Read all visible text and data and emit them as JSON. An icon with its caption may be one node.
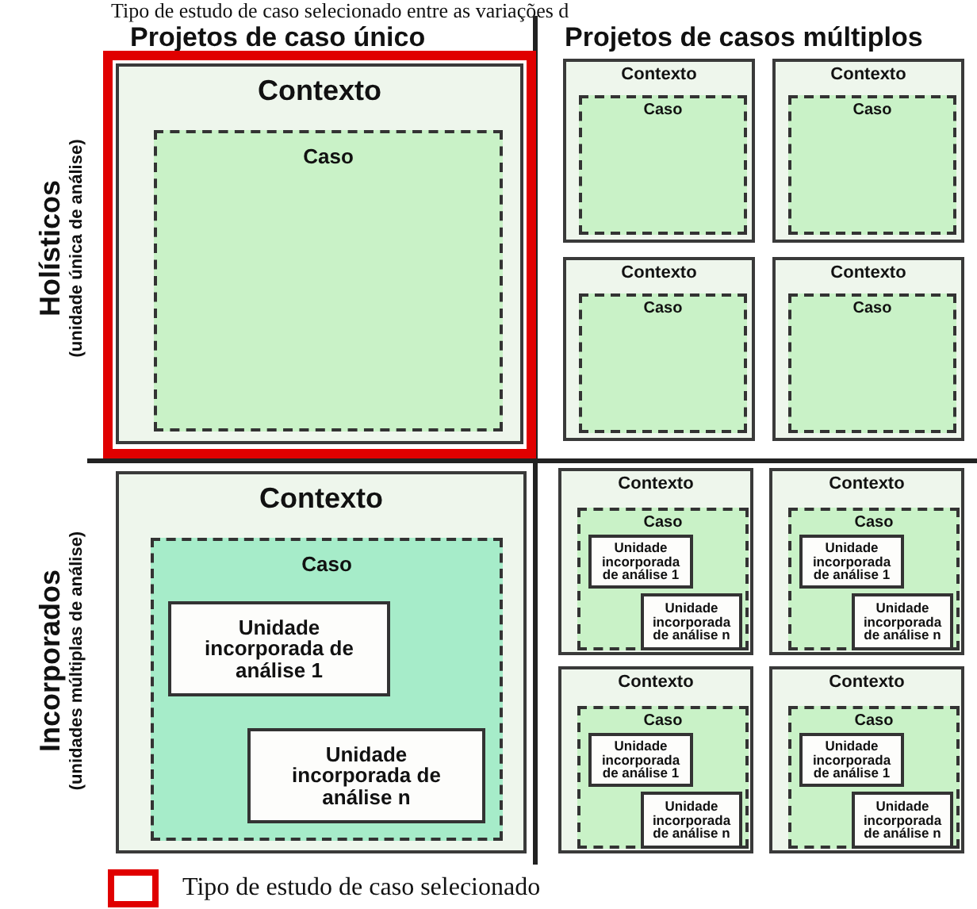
{
  "diagram": {
    "title": "Tipo de estudo de caso selecionado entre as variações d",
    "nodes": [
      {
        "text": [
          "Contexto"
        ]
      },
      {
        "text": [
          "Caso"
        ],
        "in": 0
      },
      {
        "text": [
          "Contexto"
        ]
      },
      {
        "text": [
          "Caso"
        ],
        "in": 2
      },
      {
        "text": [
          "Contexto"
        ]
      },
      {
        "text": [
          "Caso"
        ],
        "in": 4
      },
      {
        "text": [
          "Contexto"
        ]
      },
      {
        "text": [
          "Caso"
        ],
        "in": 6
      },
      {
        "text": [
          "Contexto"
        ]
      },
      {
        "text": [
          "Caso"
        ],
        "in": 8
      },
      {
        "text": [
          "Contexto"
        ]
      },
      {
        "text": [
          "Caso"
        ],
        "in": 10
      },
      {
        "text": [
          "Unidade incorporada de análise 1"
        ],
        "in": 11
      },
      {
        "text": [
          "Unidade incorporada de análise n"
        ],
        "in": 11
      },
      {
        "text": [
          "Contexto"
        ]
      },
      {
        "text": [
          "Caso"
        ],
        "in": 14
      },
      {
        "text": [
          "Unidade incorporada de análise 1"
        ],
        "in": 15
      },
      {
        "text": [
          "Unidade incorporada de análise n"
        ],
        "in": 15
      },
      {
        "text": [
          "Contexto"
        ]
      },
      {
        "text": [
          "Caso"
        ],
        "in": 18
      },
      {
        "text": [
          "Unidade incorporada de análise 1"
        ],
        "in": 19
      },
      {
        "text": [
          "Unidade incorporada de análise n"
        ],
        "in": 19
      },
      {
        "text": [
          "Contexto"
        ]
      },
      {
        "text": [
          "Caso"
        ],
        "in": 22
      },
      {
        "text": [
          "Unidade incorporada de análise 1"
        ],
        "in": 23
      },
      {
        "text": [
          "Unidade incorporada de análise n"
        ],
        "in": 23
      },
      {
        "text": [
          "Contexto"
        ]
      },
      {
        "text": [
          "Caso"
        ],
        "in": 26
      },
      {
        "text": [
          "Unidade incorporada de análise 1"
        ],
        "in": 27
      },
      {
        "text": [
          "Unidade incorporada de análise n"
        ],
        "in": 27
      }
    ],
    "labels": [
      "Projetos de caso único",
      "Projetos de casos múltiplos",
      "Holísticos",
      "(unidade única de análise)",
      "Incorporados",
      "(unidades múltiplas de análise)"
    ],
    "legend": [
      {
        "text": "Tipo de estudo de caso selecionado"
      }
    ]
  }
}
